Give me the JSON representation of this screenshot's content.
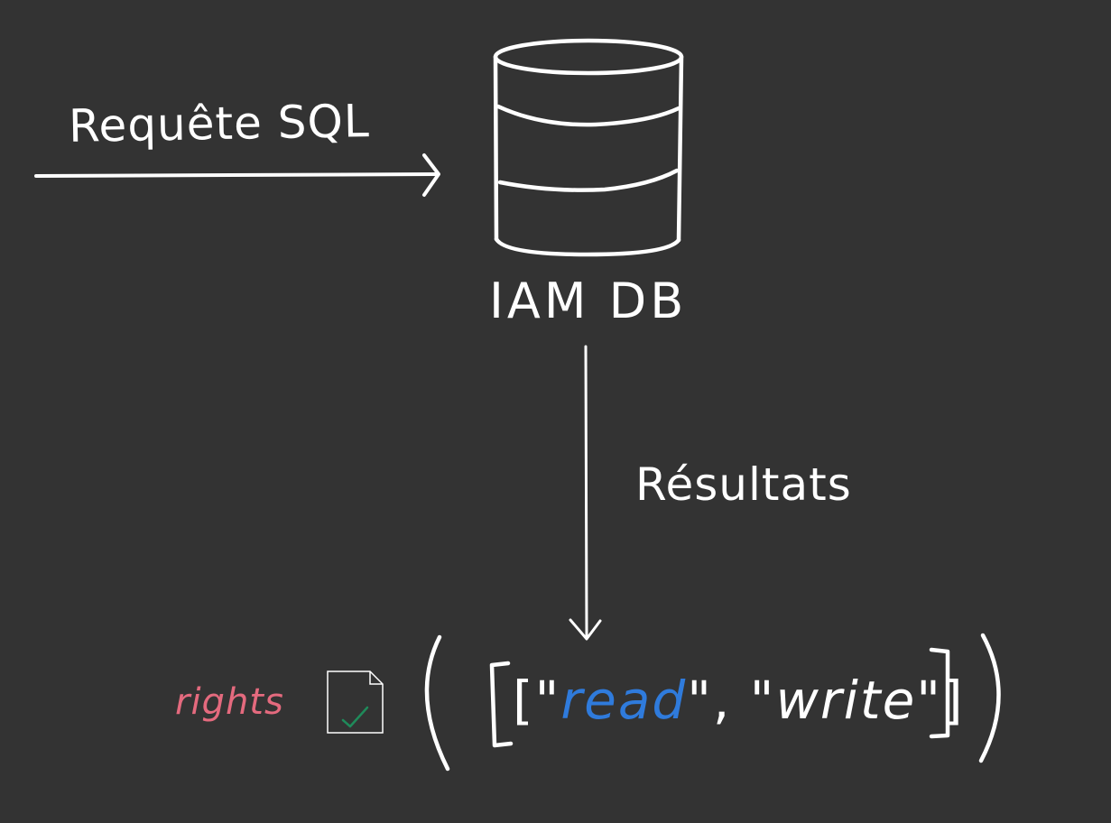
{
  "diagram": {
    "request_label": "Requête SQL",
    "db_label": "IAM DB",
    "results_label": "Résultats",
    "variable_label": "rights",
    "array": {
      "open_quote": "[\"",
      "item1": "read",
      "separator": "\", \"",
      "item2": "write",
      "close_quote": "\"]"
    }
  },
  "colors": {
    "background": "#333333",
    "stroke": "#ffffff",
    "variable": "#e46a7e",
    "keyword_read": "#2f7bdc",
    "check": "#1f8a5a"
  },
  "icons": [
    "database-icon",
    "document-check-icon"
  ]
}
